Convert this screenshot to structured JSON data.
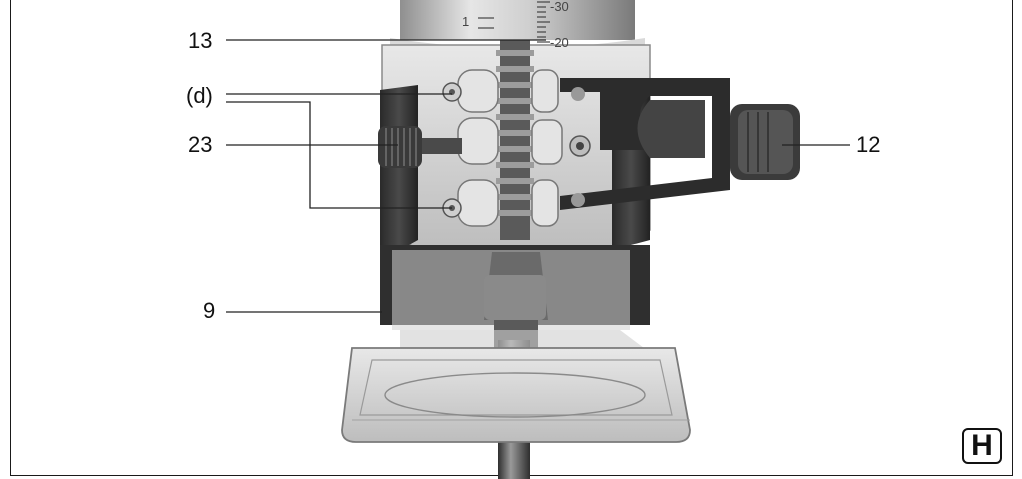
{
  "figure": {
    "labels": {
      "l13": "13",
      "ld": "(d)",
      "l23": "23",
      "l9": "9",
      "l12": "12"
    },
    "scale_marks": {
      "s30": "-30",
      "s20": "-20",
      "s1": "1"
    },
    "badge": "H"
  }
}
